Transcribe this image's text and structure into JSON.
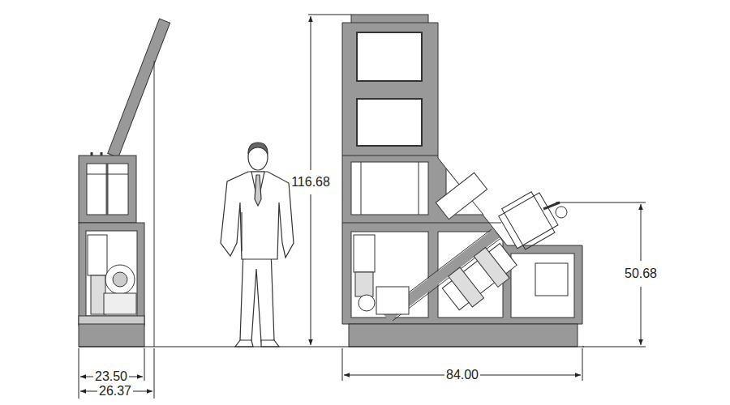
{
  "diagram": {
    "labels": [
      "116.68",
      "50.68",
      "23.50",
      "26.37",
      "84.00"
    ]
  }
}
